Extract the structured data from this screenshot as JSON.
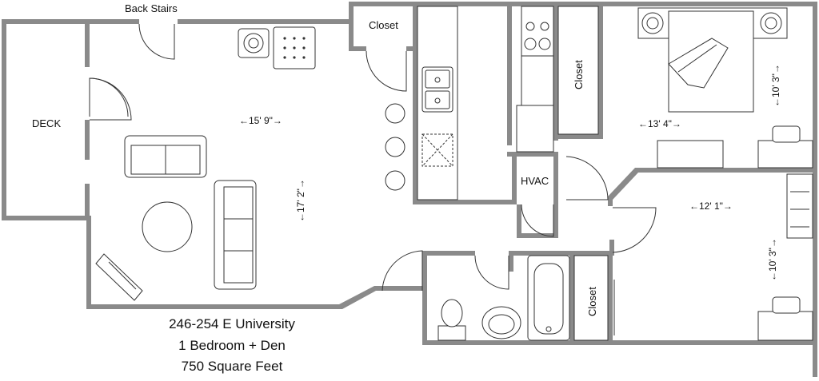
{
  "labels": {
    "back_stairs": "Back Stairs",
    "deck": "DECK",
    "closet_top": "Closet",
    "closet_kitchen": "Closet",
    "closet_bottom": "Closet",
    "hvac": "HVAC"
  },
  "dimensions": {
    "living_width": "←15' 9\"→",
    "living_length": "←17' 2\"→",
    "bedroom_width": "←13' 4\"→",
    "bedroom_depth": "←10' 3\"→",
    "den_width": "←12' 1\"→",
    "den_depth": "←10' 3\"→"
  },
  "caption": {
    "address": "246-254 E University",
    "layout": "1 Bedroom + Den",
    "area": "750 Square Feet"
  },
  "colors": {
    "wall": "#8a8a8a",
    "line": "#333333",
    "background": "#ffffff"
  }
}
